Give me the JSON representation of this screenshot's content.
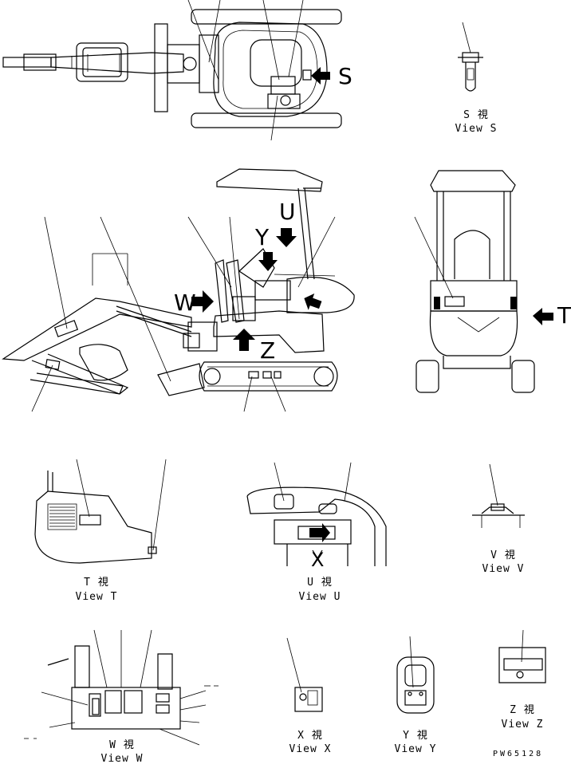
{
  "diagram": {
    "view_labels": {
      "s": {
        "jp": "S 視",
        "en": "View S"
      },
      "t": {
        "jp": "T 視",
        "en": "View T"
      },
      "u": {
        "jp": "U 視",
        "en": "View U"
      },
      "v": {
        "jp": "V 視",
        "en": "View V"
      },
      "w": {
        "jp": "W 視",
        "en": "View W"
      },
      "x": {
        "jp": "X 視",
        "en": "View X"
      },
      "y": {
        "jp": "Y 視",
        "en": "View Y"
      },
      "z": {
        "jp": "Z 視",
        "en": "View Z"
      }
    },
    "arrow_letters": {
      "s": "S",
      "t": "T",
      "u": "U",
      "y": "Y",
      "w": "W",
      "z": "Z",
      "x": "X"
    },
    "drawing_number": "PW65128"
  }
}
